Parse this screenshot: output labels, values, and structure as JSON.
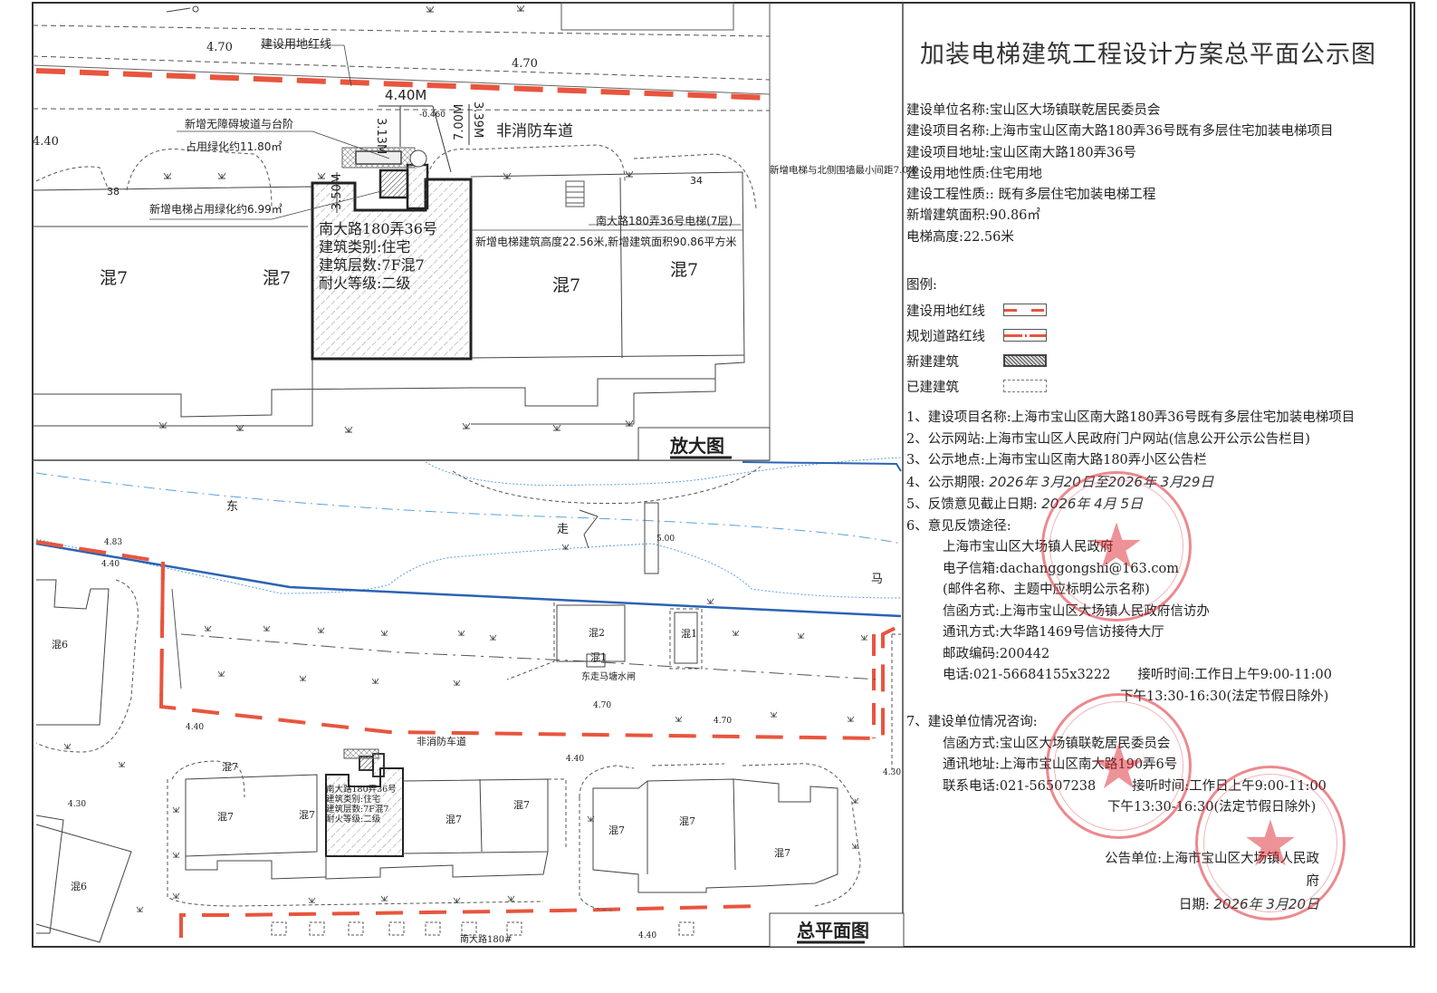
{
  "title": "加装电梯建筑工程设计方案总平面公示图",
  "project_info": {
    "builder": "建设单位名称:宝山区大场镇联乾居民委员会",
    "project_name": "建设项目名称:上海市宝山区南大路180弄36号既有多层住宅加装电梯项目",
    "project_address": "建设项目地址:宝山区南大路180弄36号",
    "land_use": "建设用地性质:住宅用地",
    "project_nature": "建设工程性质:: 既有多层住宅加装电梯工程",
    "new_area": "新增建筑面积:90.86㎡",
    "elevator_height": "电梯高度:22.56米"
  },
  "legend": {
    "title": "图例:",
    "items": [
      {
        "label": "建设用地红线",
        "style": "dash"
      },
      {
        "label": "规划道路红线",
        "style": "dashdot"
      },
      {
        "label": "新建建筑",
        "style": "hatch"
      },
      {
        "label": "已建建筑",
        "style": "plain"
      }
    ]
  },
  "notes": {
    "n1": "1、建设项目名称:上海市宝山区南大路180弄36号既有多层住宅加装电梯项目",
    "n2": "2、公示网站:上海市宝山区人民政府门户网站(信息公开公示公告栏目)",
    "n3": "3、公示地点:上海市宝山区南大路180弄小区公告栏",
    "n4_label": "4、公示期限:",
    "n4_value": "2026年 3月20日至2026年 3月29日",
    "n5_label": "5、反馈意见截止日期:",
    "n5_value": "2026年 4月 5日",
    "n6": "6、意见反馈途径:",
    "n6_org": "上海市宝山区大场镇人民政府",
    "n6_email": "电子信箱:dachanggongshi@163.com",
    "n6_email_note": "(邮件名称、主题中应标明公示名称)",
    "n6_letter": "信函方式:上海市宝山区大场镇人民政府信访办",
    "n6_address": "通讯方式:大华路1469号信访接待大厅",
    "n6_postcode": "邮政编码:200442",
    "n6_phone": "电话:021-56684155x3222",
    "n6_hours_am": "接听时间:工作日上午9:00-11:00",
    "n6_hours_pm": "下午13:30-16:30(法定节假日除外)"
  },
  "consult": {
    "heading": "7、建设单位情况咨询:",
    "letter": "信函方式:宝山区大场镇联乾居民委员会",
    "address": "通讯地址:上海市宝山区南大路190弄6号",
    "phone": "联系电话:021-56507238",
    "hours_am": "接听时间:工作日上午9:00-11:00",
    "hours_pm": "下午13:30-16:30(法定节假日除外)"
  },
  "signature": {
    "unit": "公告单位:上海市宝山区大场镇人民政府",
    "date_label": "日期:",
    "date_value": "2026年 3月20日"
  },
  "enlarged_plan": {
    "label": "放大图",
    "red_line_label": "建设用地红线",
    "elev_470a": "4.70",
    "elev_470b": "4.70",
    "elev_440": "4.40",
    "dim_440": "4.40M",
    "dim_313": "3.13M",
    "dim_700": "7.00M",
    "dim_339": "3.39M",
    "dim_350": "3.50M",
    "level": "-0.460",
    "road_label": "非消防车道",
    "ramp_note_1": "新增无障碍坡道与台阶",
    "ramp_note_2": "占用绿化约11.80㎡",
    "elevator_green": "新增电梯占用绿化约6.99㎡",
    "north_distance": "新增电梯与北侧围墙最小间距7.0米",
    "num_38": "38",
    "num_34": "34",
    "building": {
      "name": "南大路180弄36号",
      "type": "建筑类别:住宅",
      "floors": "建筑层数:7F混7",
      "fire": "耐火等级:二级"
    },
    "elevator_label": "南大路180弄36号电梯(7层)",
    "elevator_desc": "新增电梯建筑高度22.56米,新增建筑面积90.86平方米",
    "blocks": [
      "混7",
      "混7",
      "混7",
      "混7"
    ]
  },
  "site_plan": {
    "label": "总平面图",
    "river_chars": [
      "东",
      "走",
      "马"
    ],
    "sluice": "东走马塘水闸",
    "elev_483": "4.83",
    "elev_440": "4.40",
    "elev_470a": "4.70",
    "elev_470b": "4.70",
    "elev_500": "5.00",
    "elev_430": "4.30",
    "elev_440b": "4.40",
    "elev_440c": "4.40",
    "elev_440d": "4.40",
    "elev_430b": "4.30",
    "road_label": "非消防车道",
    "street": "南大路180#",
    "blocks": {
      "hun2": "混2",
      "hun1a": "混1",
      "hun1b": "混1",
      "hun6a": "混6",
      "hun6b": "混6",
      "hun7": "混7"
    },
    "building": {
      "name": "南大路180弄36号",
      "type": "建筑类别:住宅",
      "floors": "建筑层数:7F混7",
      "fire": "耐火等级:二级"
    }
  },
  "colors": {
    "red_line": "#e8553e",
    "river_line": "#2b63b4",
    "river_dash": "#5aa0dc",
    "stamp": "#dc2832"
  }
}
